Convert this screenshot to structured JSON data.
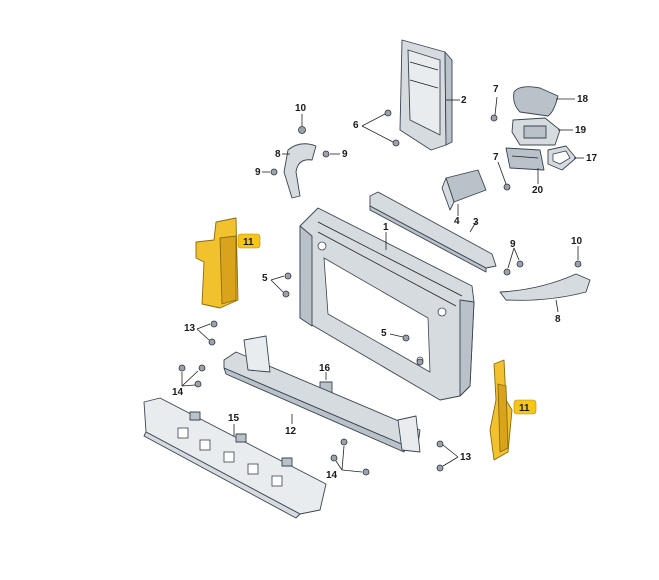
{
  "labels": {
    "l1": "1",
    "l2": "2",
    "l3": "3",
    "l4": "4",
    "l5a": "5",
    "l5b": "5",
    "l6": "6",
    "l7a": "7",
    "l7b": "7",
    "l8a": "8",
    "l8b": "8",
    "l9a": "9",
    "l9b": "9",
    "l9c": "9",
    "l10a": "10",
    "l10b": "10",
    "l11a": "11",
    "l11b": "11",
    "l12": "12",
    "l13a": "13",
    "l13b": "13",
    "l14a": "14",
    "l14b": "14",
    "l15": "15",
    "l16": "16",
    "l17": "17",
    "l18": "18",
    "l19": "19",
    "l20": "20"
  },
  "highlight_color": "#f5c518",
  "part_color": "#d6dbe0"
}
